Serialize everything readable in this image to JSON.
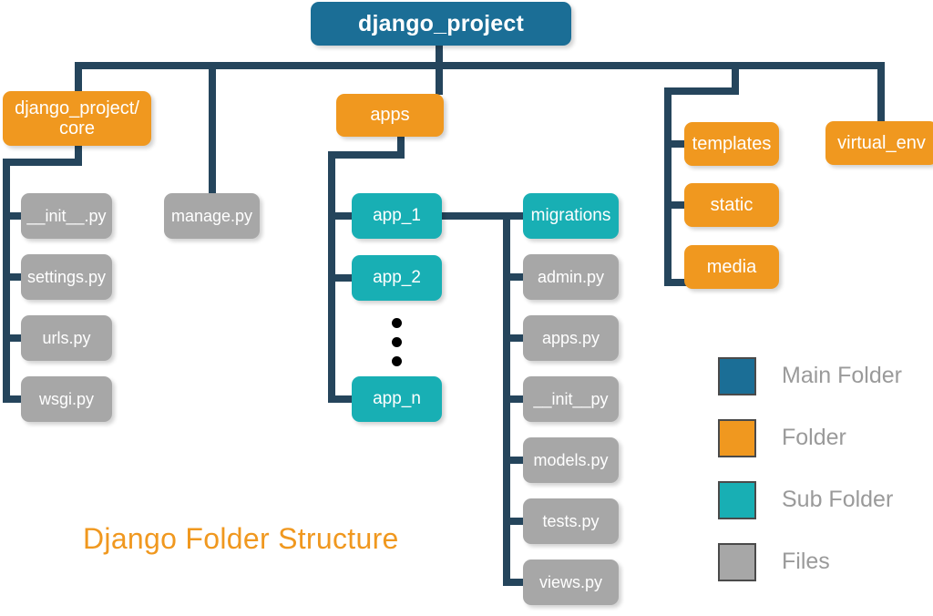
{
  "diagram": {
    "title": "Django Folder Structure",
    "root": {
      "label": "django_project",
      "type": "main-folder"
    },
    "level1": [
      {
        "label": "django_project/\ncore",
        "type": "folder"
      },
      {
        "label": "manage.py",
        "type": "file"
      },
      {
        "label": "apps",
        "type": "folder"
      },
      {
        "label": "templates",
        "type": "folder"
      },
      {
        "label": "static",
        "type": "folder"
      },
      {
        "label": "media",
        "type": "folder"
      },
      {
        "label": "virtual_env",
        "type": "folder"
      }
    ],
    "core_files": [
      {
        "label": "__init__.py",
        "type": "file"
      },
      {
        "label": "settings.py",
        "type": "file"
      },
      {
        "label": "urls.py",
        "type": "file"
      },
      {
        "label": "wsgi.py",
        "type": "file"
      }
    ],
    "apps_children": [
      {
        "label": "app_1",
        "type": "sub-folder"
      },
      {
        "label": "app_2",
        "type": "sub-folder"
      },
      {
        "label": "app_n",
        "type": "sub-folder"
      }
    ],
    "apps_ellipsis": "vertical-ellipsis",
    "app_contents": [
      {
        "label": "migrations",
        "type": "sub-folder"
      },
      {
        "label": "admin.py",
        "type": "file"
      },
      {
        "label": "apps.py",
        "type": "file"
      },
      {
        "label": "__init__py",
        "type": "file"
      },
      {
        "label": "models.py",
        "type": "file"
      },
      {
        "label": "tests.py",
        "type": "file"
      },
      {
        "label": "views.py",
        "type": "file"
      }
    ]
  },
  "legend": {
    "items": [
      {
        "label": "Main Folder",
        "color": "#1b6e96"
      },
      {
        "label": "Folder",
        "color": "#f0981f"
      },
      {
        "label": "Sub Folder",
        "color": "#18afb4"
      },
      {
        "label": "Files",
        "color": "#a7a7a7"
      }
    ]
  },
  "colors": {
    "main_folder": "#1b6e96",
    "folder": "#f0981f",
    "sub_folder": "#18afb4",
    "file": "#a7a7a7",
    "connector": "#25455c",
    "title": "#f0981f",
    "legend_text": "#9a9a9a",
    "background": "#ffffff"
  }
}
